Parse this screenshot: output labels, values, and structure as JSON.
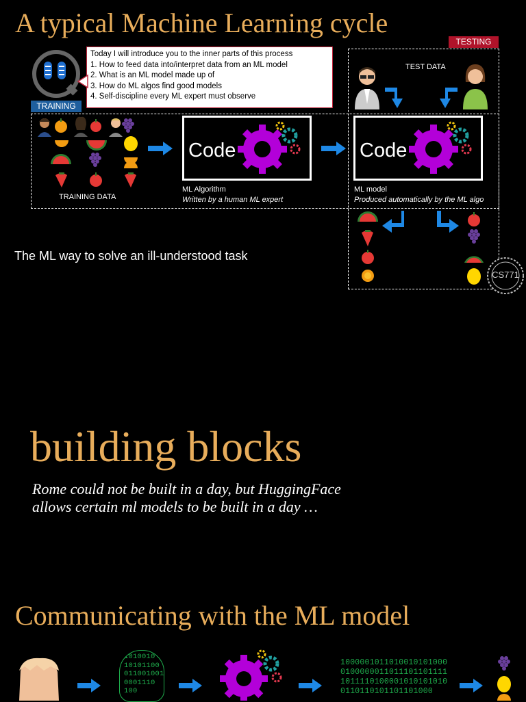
{
  "slide1": {
    "title": "A typical Machine Learning cycle",
    "intro": {
      "lead": "Today I will introduce you to the inner parts of this process",
      "items": [
        "1.   How to feed data into/interpret data from an ML model",
        "2.   What is an ML model made up of",
        "3.   How do ML algos find good models",
        "4.   Self-discipline every ML expert must observe"
      ]
    },
    "training_tag": "TRAINING",
    "testing_tag": "TESTING",
    "training_data_label": "TRAINING DATA",
    "test_data_label": "TEST DATA",
    "code_label": "Code",
    "algo_title": "ML Algorithm",
    "algo_sub": "Written by a human ML expert",
    "model_title": "ML model",
    "model_sub": "Produced automatically by the ML algo",
    "caption": "The ML way to solve an ill-understood task",
    "seal_text": "CS771",
    "colors": {
      "title_gold": "#e8ad5b",
      "tag_blue": "#1f5f9e",
      "tag_red": "#b0132a",
      "arrow_blue": "#1e88e5",
      "gear_purple": "#b300d9"
    }
  },
  "slide2": {
    "title": "building blocks",
    "quote_line1": "Rome could not be built in a day, but HuggingFace",
    "quote_line2": "allows certain ml models to be built in a day …"
  },
  "slide3": {
    "title": "Communicating with the ML model",
    "head_binary": [
      "1010010",
      "10101100",
      "011001001",
      "0001110",
      "100"
    ],
    "binary_lines": [
      "1000001011010010101000",
      "0100000011011101101111",
      "1011110100001010101010",
      "0110110101101101000"
    ]
  }
}
